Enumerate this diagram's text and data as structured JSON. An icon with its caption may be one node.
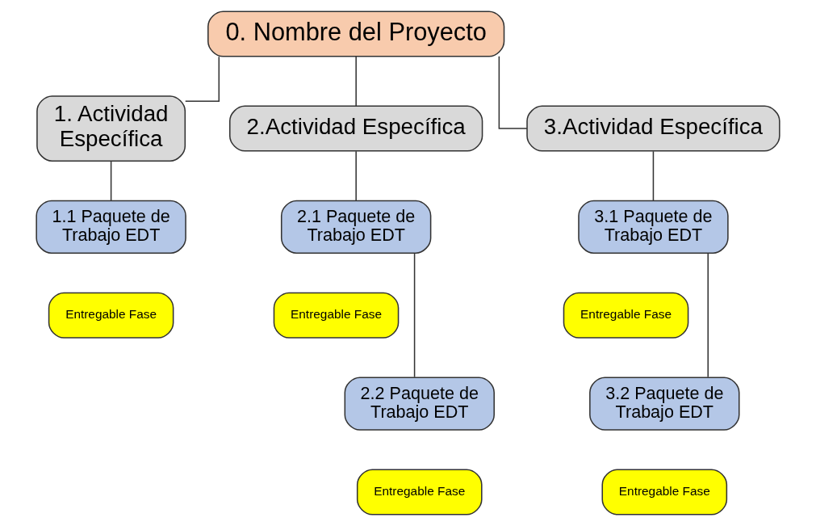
{
  "diagram": {
    "nodes": [
      {
        "text": [
          "0. Nombre del Proyecto"
        ]
      },
      {
        "text": [
          "1. Actividad Específica"
        ]
      },
      {
        "text": [
          "2.Actividad Específica"
        ]
      },
      {
        "text": [
          "3.Actividad Específica"
        ]
      },
      {
        "text": [
          "1.1 Paquete de Trabajo EDT"
        ]
      },
      {
        "text": [
          "Entregable Fase"
        ]
      },
      {
        "text": [
          "2.1 Paquete de Trabajo EDT"
        ]
      },
      {
        "text": [
          "Entregable Fase"
        ]
      },
      {
        "text": [
          "2.2 Paquete de Trabajo EDT"
        ]
      },
      {
        "text": [
          "Entregable Fase"
        ]
      },
      {
        "text": [
          "3.1 Paquete de Trabajo EDT"
        ]
      },
      {
        "text": [
          "Entregable Fase"
        ]
      },
      {
        "text": [
          "3.2 Paquete de Trabajo EDT"
        ]
      },
      {
        "text": [
          "Entregable Fase"
        ]
      }
    ],
    "edges": [
      {
        "from": 0,
        "to": 1,
        "arrow": "none"
      },
      {
        "from": 0,
        "to": 2,
        "arrow": "none"
      },
      {
        "from": 0,
        "to": 3,
        "arrow": "none"
      },
      {
        "from": 1,
        "to": 4,
        "arrow": "none"
      },
      {
        "from": 2,
        "to": 6,
        "arrow": "none"
      },
      {
        "from": 6,
        "to": 8,
        "arrow": "none"
      },
      {
        "from": 3,
        "to": 10,
        "arrow": "none"
      },
      {
        "from": 10,
        "to": 12,
        "arrow": "none"
      }
    ]
  }
}
